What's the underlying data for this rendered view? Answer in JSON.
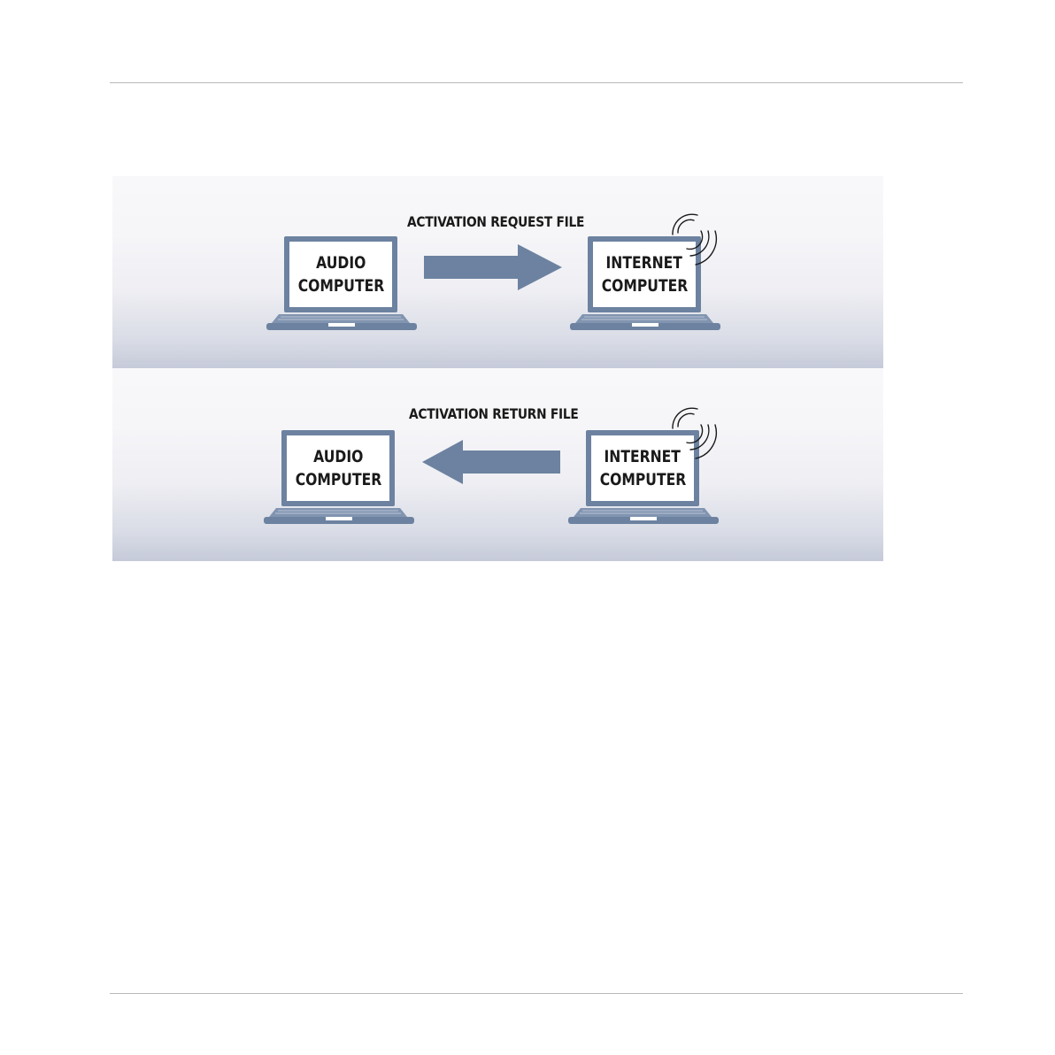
{
  "colors": {
    "device": "#6c82a0",
    "arrow": "#6c82a0",
    "text": "#1a1a1a",
    "rule": "#b8b8b8"
  },
  "panels": [
    {
      "flow_label": "ACTIVATION REQUEST FILE",
      "direction": "right",
      "left_device": {
        "line1": "AUDIO",
        "line2": "COMPUTER"
      },
      "right_device": {
        "line1": "INTERNET",
        "line2": "COMPUTER",
        "icon": "wireless-signal-icon"
      }
    },
    {
      "flow_label": "ACTIVATION RETURN FILE",
      "direction": "left",
      "left_device": {
        "line1": "AUDIO",
        "line2": "COMPUTER"
      },
      "right_device": {
        "line1": "INTERNET",
        "line2": "COMPUTER",
        "icon": "wireless-signal-icon"
      }
    }
  ]
}
